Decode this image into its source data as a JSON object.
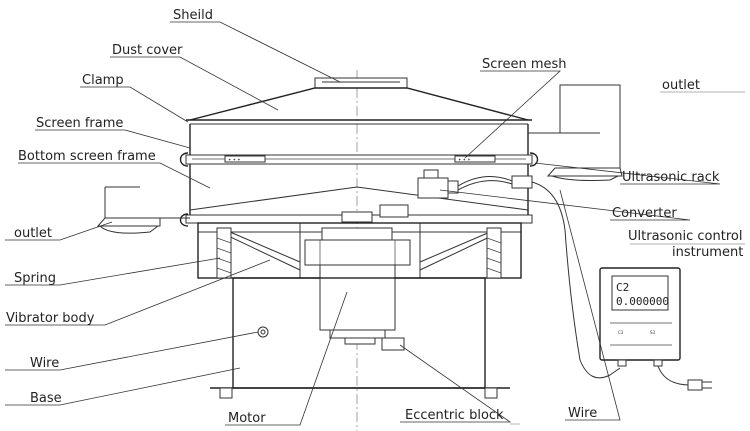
{
  "labels": {
    "shield": "Sheild",
    "dust_cover": "Dust cover",
    "clamp": "Clamp",
    "screen_frame": "Screen frame",
    "bottom_screen_frame": "Bottom screen frame",
    "outlet_left": "outlet",
    "spring": "Spring",
    "vibrator_body": "Vibrator body",
    "wire_left": "Wire",
    "base": "Base",
    "motor": "Motor",
    "screen_mesh": "Screen mesh",
    "outlet_right": "outlet",
    "ultrasonic_rack": "Ultrasonic rack",
    "converter": "Converter",
    "ultrasonic_control_line1": "Ultrasonic control",
    "ultrasonic_control_line2": "instrument",
    "eccentric_block": "Eccentric block",
    "wire_right": "Wire"
  },
  "instrument": {
    "display_line1": "C2",
    "display_line2": "0.000000",
    "button_left": "C3",
    "button_right": "S3"
  }
}
